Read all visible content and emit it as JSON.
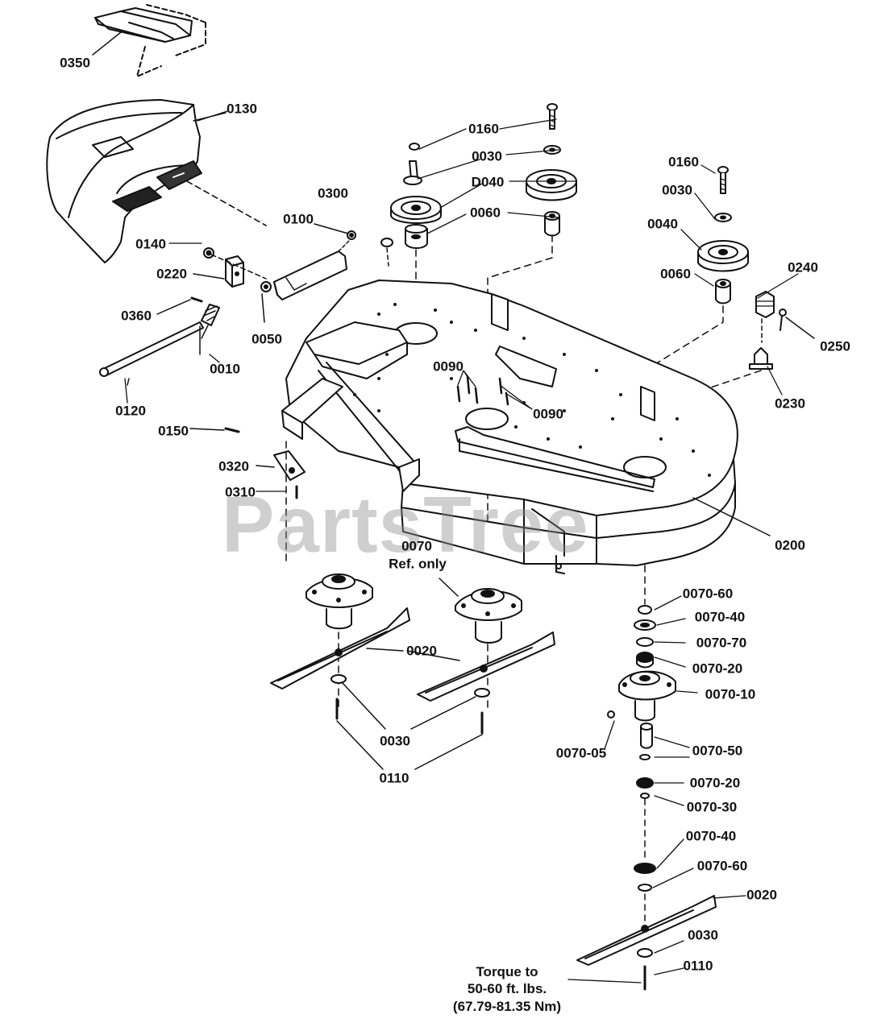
{
  "watermark": "PartsTree",
  "labels": {
    "l0350": "0350",
    "l0130": "0130",
    "l0160a": "0160",
    "l0030a": "0030",
    "l0040a": "D040",
    "l0060a": "0060",
    "l0300": "0300",
    "l0100": "0100",
    "l0140": "0140",
    "l0220": "0220",
    "l0360": "0360",
    "l0050": "0050",
    "l0010": "0010",
    "l0120": "0120",
    "l0150": "0150",
    "l0320": "0320",
    "l0310": "0310",
    "l0090a": "0090",
    "l0090b": "0090",
    "l0160b": "0160",
    "l0030b": "0030",
    "l0040b": "0040",
    "l0060b": "0060",
    "l0240": "0240",
    "l0250": "0250",
    "l0230": "0230",
    "l0200": "0200",
    "l0070": "0070",
    "l0070ref": "Ref. only",
    "l0020a": "0020",
    "l0030c": "0030",
    "l0110a": "0110",
    "l007060a": "0070-60",
    "l007040a": "0070-40",
    "l007070": "0070-70",
    "l007020a": "0070-20",
    "l007010": "0070-10",
    "l007005": "0070-05",
    "l007050": "0070-50",
    "l007020b": "0070-20",
    "l007030": "0070-30",
    "l007040b": "0070-40",
    "l007060b": "0070-60",
    "l0020b": "0020",
    "l0030d": "0030",
    "l0110b": "0110",
    "torque1": "Torque to",
    "torque2": "50-60 ft. lbs.",
    "torque3": "(67.79-81.35 Nm)"
  }
}
